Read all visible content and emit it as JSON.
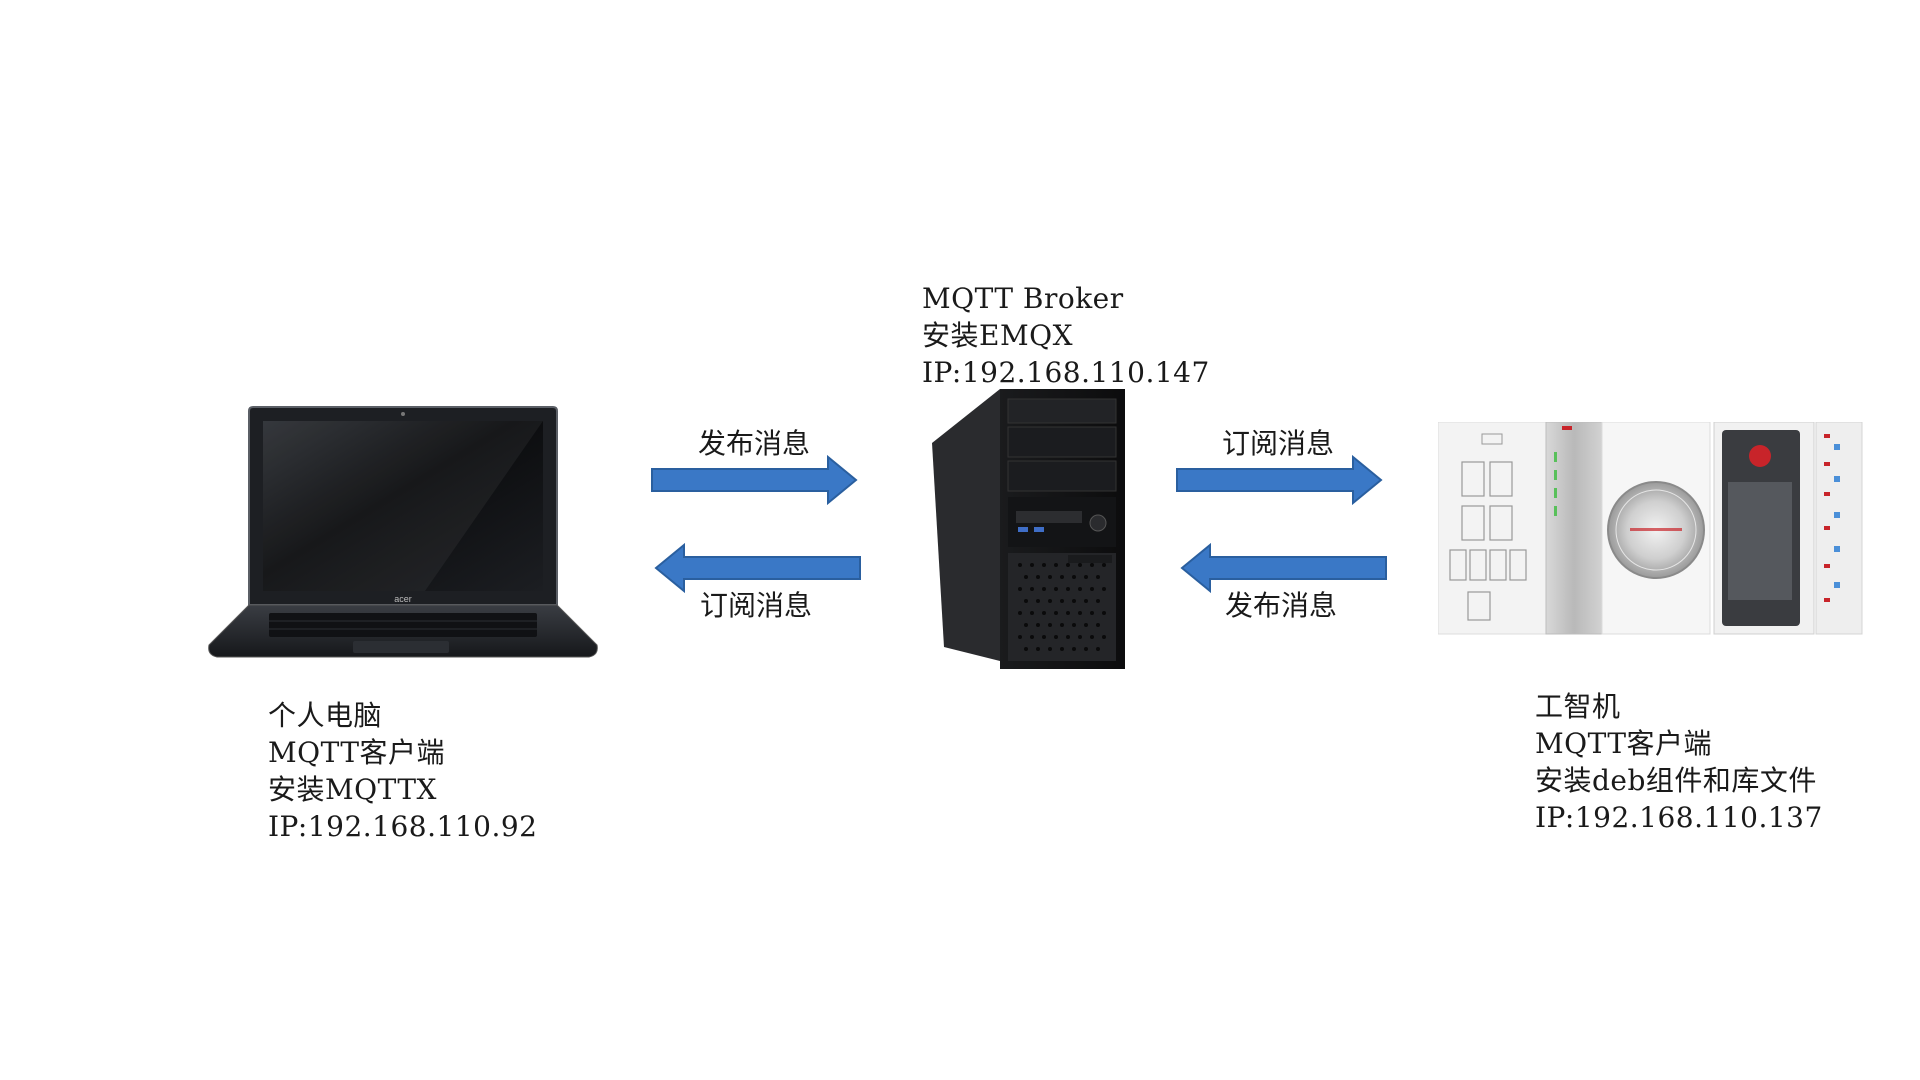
{
  "colors": {
    "arrow_fill": "#3a78c6",
    "arrow_stroke": "#2a5f9f",
    "seal_red": "#c8242a"
  },
  "pc": {
    "icon": "laptop-icon",
    "lines": [
      "个人电脑",
      "MQTT客户端",
      "安装MQTTX",
      "IP:192.168.110.92"
    ]
  },
  "broker": {
    "icon": "tower-server-icon",
    "lines": [
      "MQTT Broker",
      "安装EMQX",
      "IP:192.168.110.147"
    ]
  },
  "ipc": {
    "icon": "industrial-pc-icon",
    "lines": [
      "工智机",
      "MQTT客户端",
      "安装deb组件和库文件",
      "IP:192.168.110.137"
    ]
  },
  "arrows": {
    "pc_to_broker": "发布消息",
    "broker_to_pc": "订阅消息",
    "broker_to_ipc": "订阅消息",
    "ipc_to_broker": "发布消息"
  }
}
